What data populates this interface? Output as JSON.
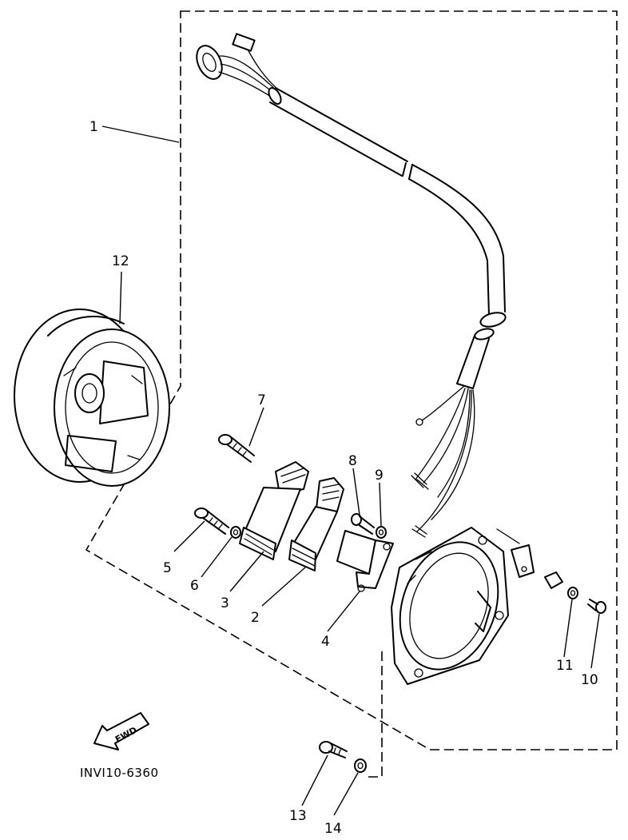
{
  "diagram": {
    "drawing_code": "INVI10-6360",
    "fwd_label": "FWD",
    "callouts": {
      "c1": "1",
      "c2": "2",
      "c3": "3",
      "c4": "4",
      "c5": "5",
      "c6": "6",
      "c7": "7",
      "c8": "8",
      "c9": "9",
      "c10": "10",
      "c11": "11",
      "c12": "12",
      "c13": "13",
      "c14": "14"
    }
  }
}
